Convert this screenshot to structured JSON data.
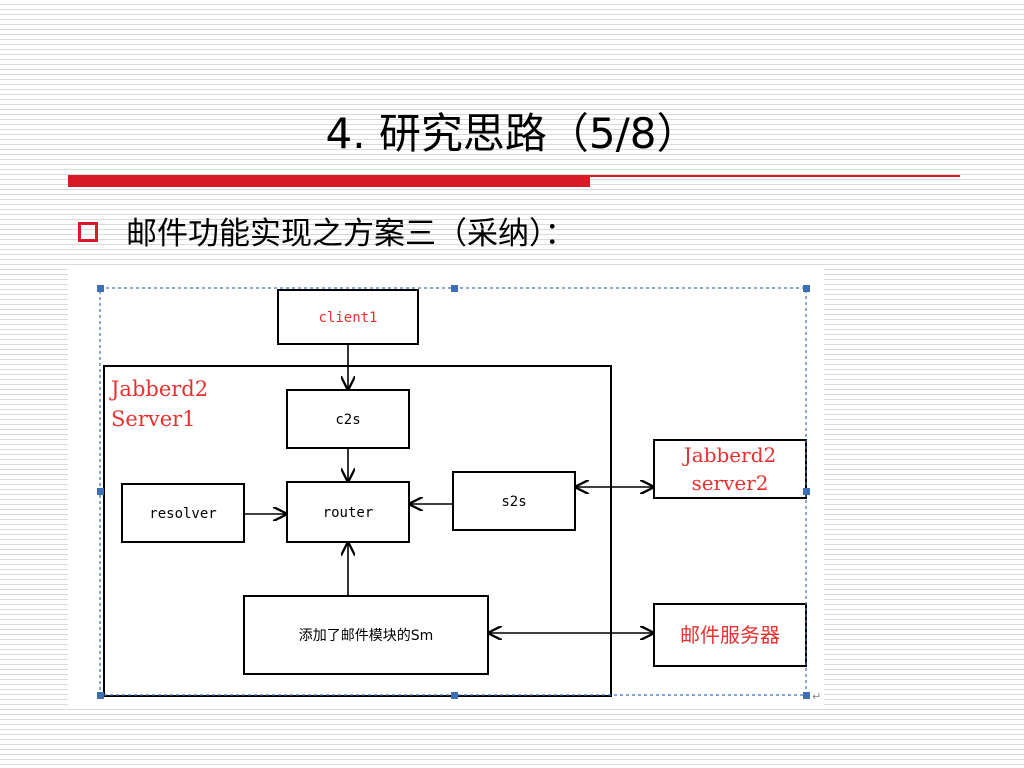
{
  "slide": {
    "title": "4. 研究思路（5/8）",
    "bullet": "邮件功能实现之方案三（采纳）："
  },
  "diagram": {
    "nodes": {
      "client1": "client1",
      "server1_label_line1": "Jabberd2",
      "server1_label_line2": "Server1",
      "c2s": "c2s",
      "resolver": "resolver",
      "router": "router",
      "s2s": "s2s",
      "sm": "添加了邮件模块的Sm",
      "server2_line1": "Jabberd2",
      "server2_line2": "server2",
      "mail_server": "邮件服务器"
    }
  },
  "colors": {
    "accent": "#d81a26",
    "diagram_red": "#e6312f",
    "selection": "#3d6fb5"
  }
}
